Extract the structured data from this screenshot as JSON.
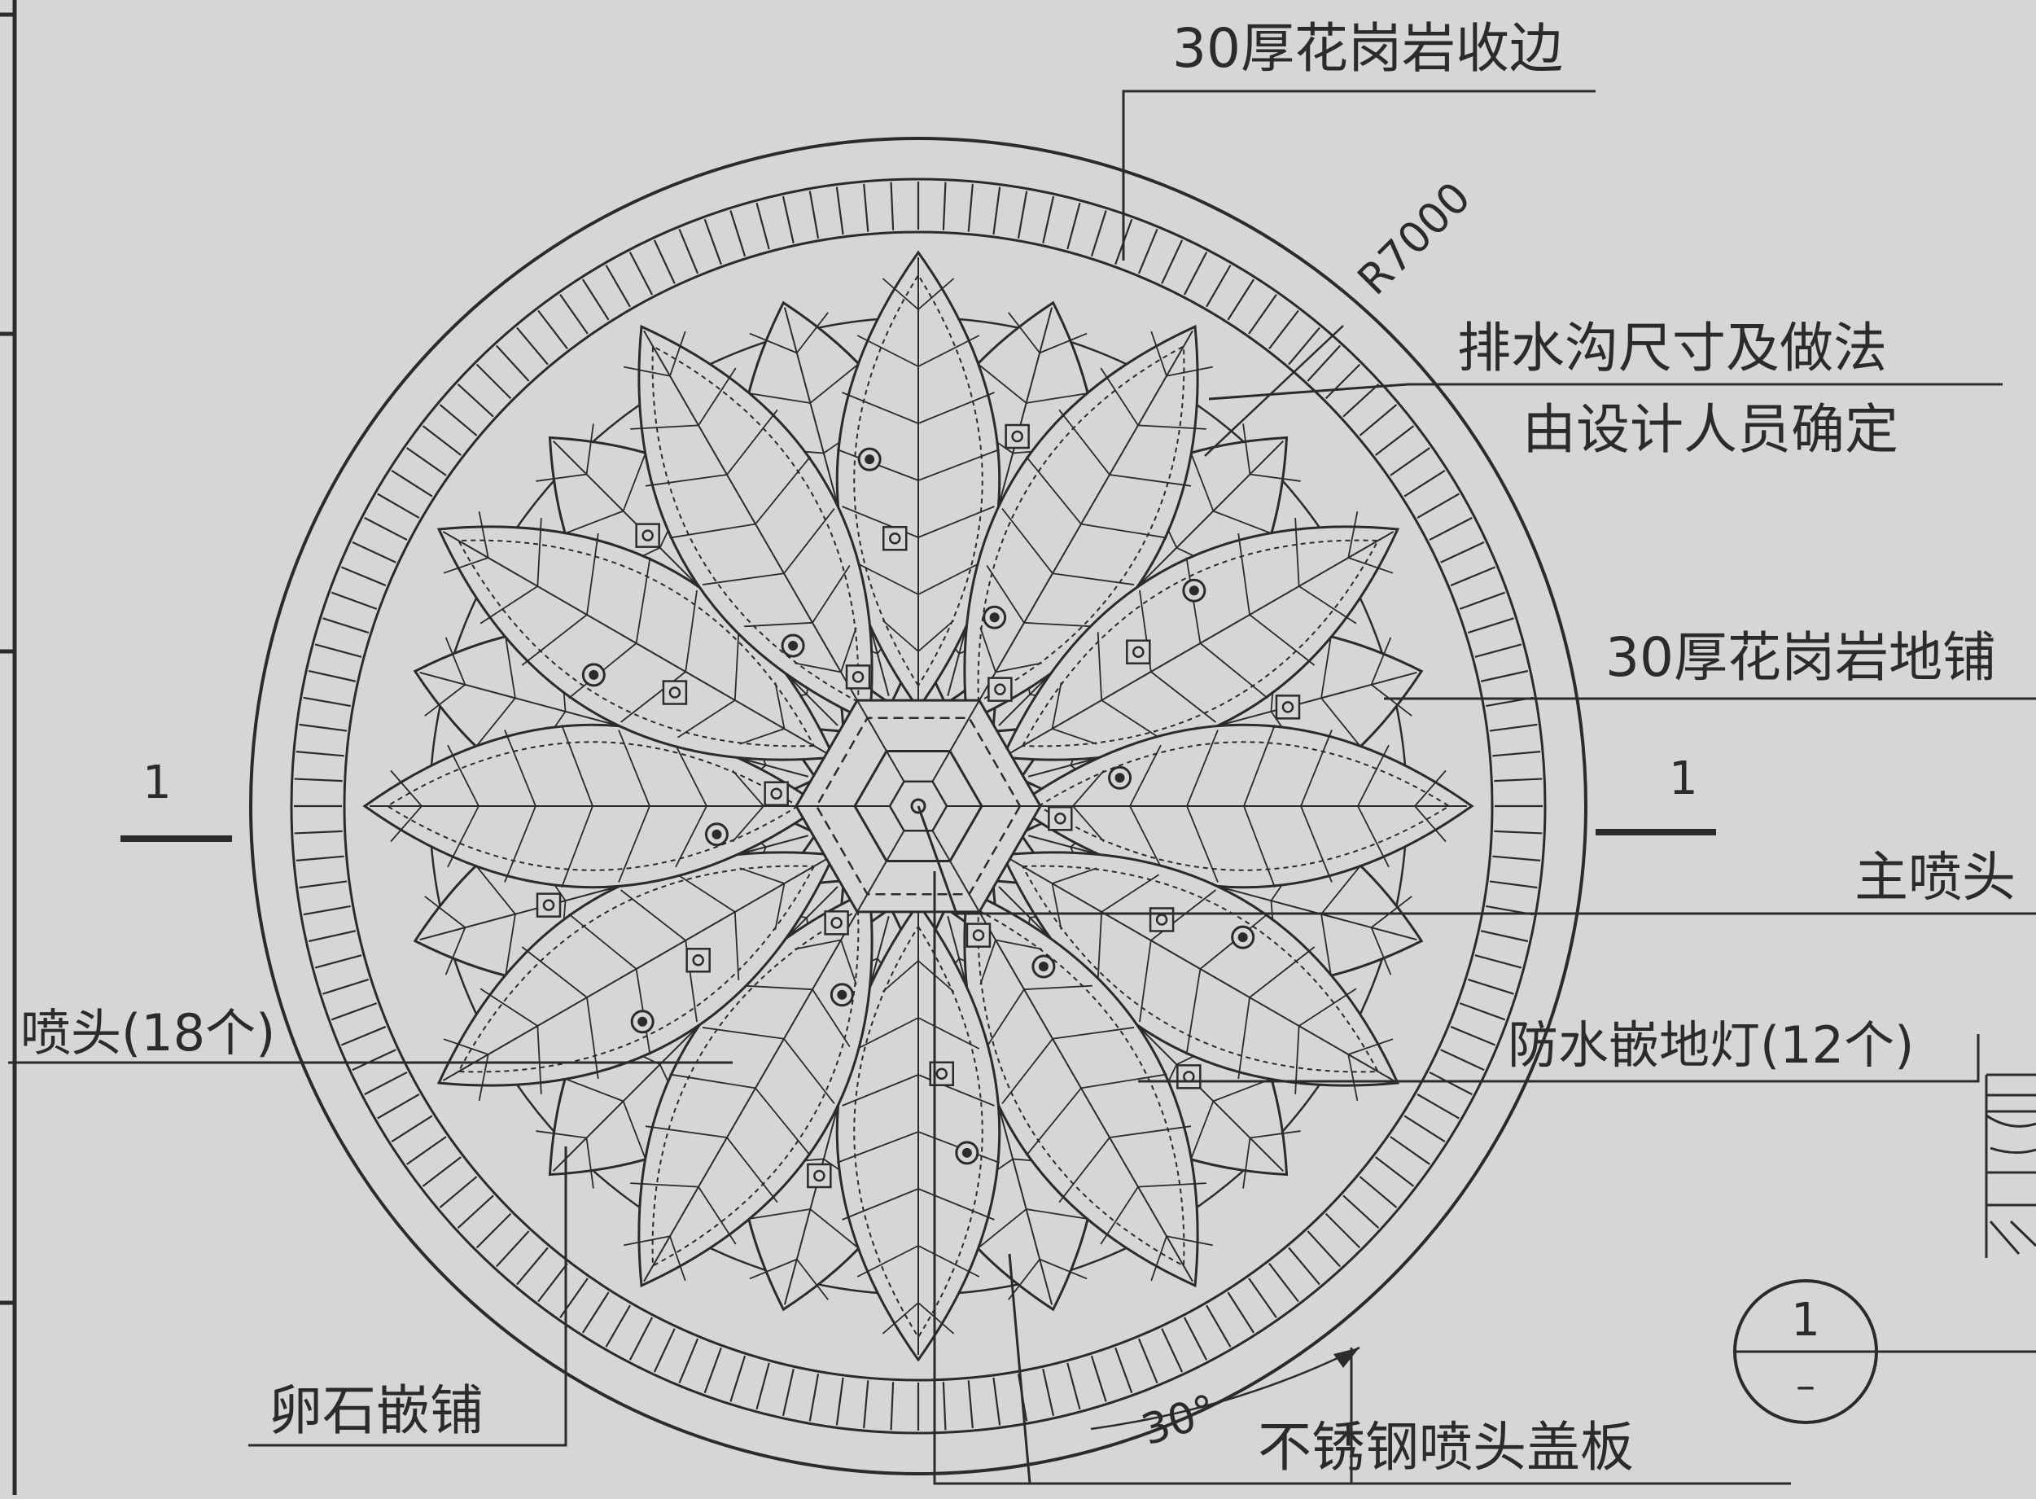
{
  "drawing": {
    "radius_label": "R7000",
    "angle_label": "30°",
    "section_mark": "1",
    "detail_ref": {
      "number": "1",
      "sheet": "–"
    }
  },
  "labels": {
    "edge": "30厚花岗岩收边",
    "drain_line1": "排水沟尺寸及做法",
    "drain_line2": "由设计人员确定",
    "paving": "30厚花岗岩地铺",
    "main_nozzle": "主喷头",
    "nozzles": "喷头(18个)",
    "lights": "防水嵌地灯(12个)",
    "pebbles": "卵石嵌铺",
    "cover_plate": "不锈钢喷头盖板"
  },
  "counts": {
    "petals": 12,
    "nozzles": 18,
    "lights": 12
  },
  "colors": {
    "paper": "#d6d7d4",
    "ink": "#2b2b2b"
  }
}
